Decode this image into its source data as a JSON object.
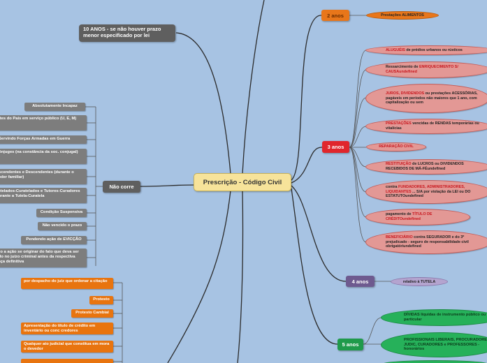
{
  "center": "Prescrição - Código Civil",
  "ten_years": "10 ANOS - se não houver prazo menor especificado por lei",
  "nao_corre": {
    "label": "Não corre",
    "items": [
      "Absolutamente Incapaz",
      "Ausentes do País em serviço público (U, E, M)",
      "Servindo Forças Armadas em Guerra",
      "Cônjuges (na constância da soc. conjugal)",
      "Ascendentes e Descendentes (durante o poder familiar)",
      "Tutelados-Curatelados e Tutores-Curadores durante a Tutela-Curatela",
      "Condição Suspensiva",
      "Não vencido o prazo",
      "Pendendo ação de EVICÇÃO",
      "Quando a ação se originar do fato que deva ser apurado no juízo criminal antes da respectiva sentença definitiva"
    ]
  },
  "interruption": {
    "items": [
      "por despacho do juiz que ordenar a citação",
      "Protesto",
      "Protesto Cambial",
      "Apresentação do título de crédito em inventário ou conc credores",
      "Qualquer ato judicial que constitua em mora o devedor"
    ]
  },
  "two_years": {
    "label": "2 anos",
    "item": "Prestações ALIMENTOS"
  },
  "three_years": {
    "label": "3 anos",
    "items": [
      {
        "pre": "",
        "hl": "ALUGUÉIS",
        "post": " de prédios urbanos ou rústicos"
      },
      {
        "pre": "Ressarcimento de ",
        "hl": "ENRIQUECIMENTO S/ CAUSAundefined",
        "post": ""
      },
      {
        "pre": "",
        "hl": "JUROS, DIVIDENDOS",
        "post": " ou prestações ACESSÓRIAS, pagáveis em períodos não maiores que 1 ano, com capitalização ou sem"
      },
      {
        "pre": "",
        "hl": "PRESTAÇÕES",
        "post": " vencidas de RENDAS temporárias ou vitalícias"
      },
      {
        "pre": "",
        "hl": "REPARAÇÃO CIVIL",
        "post": ""
      },
      {
        "pre": "",
        "hl": "RESTITUIÇÃO",
        "post": " de LUCROS ou DIVIDENDOS RECEBIDOS DE MÁ-FÉundefined"
      },
      {
        "pre": "contra ",
        "hl": "FUNDADORES, ADMINISTRADORES, LIQUIDANTES",
        "post": " ... S/A por violação da LEI ou DO ESTATUTOundefined"
      },
      {
        "pre": "pagamento de ",
        "hl": "TÍTULO DE CRÉDITOundefined",
        "post": ""
      },
      {
        "pre": "",
        "hl": "BENEFICIÁRIO",
        "post": " contra SEGURADOR e do 3º prejudicado - seguro de responsabilidade civil obrigatóriundefined"
      }
    ]
  },
  "four_years": {
    "label": "4 anos",
    "item": "relativo à TUTELA"
  },
  "five_years": {
    "label": "5 anos",
    "items": [
      {
        "pre": "",
        "hl": "DÍVIDAS",
        "post": " líquidas de instrumento público ou particular"
      },
      {
        "pre": "",
        "hl": "PROFISSIONAIS LIBERAIS, PROCURADORES JUDIC, CURADORES e PROFESSORES",
        "post": " - honorários"
      }
    ]
  },
  "colors": {
    "background": "#a7c3e3",
    "center": "#f7e39a",
    "two_years": "#e8761a",
    "three_years": "#e0262c",
    "four_years": "#6e5a8f",
    "five_years": "#1f9a4a",
    "nao_corre": "#5f5f5f"
  }
}
